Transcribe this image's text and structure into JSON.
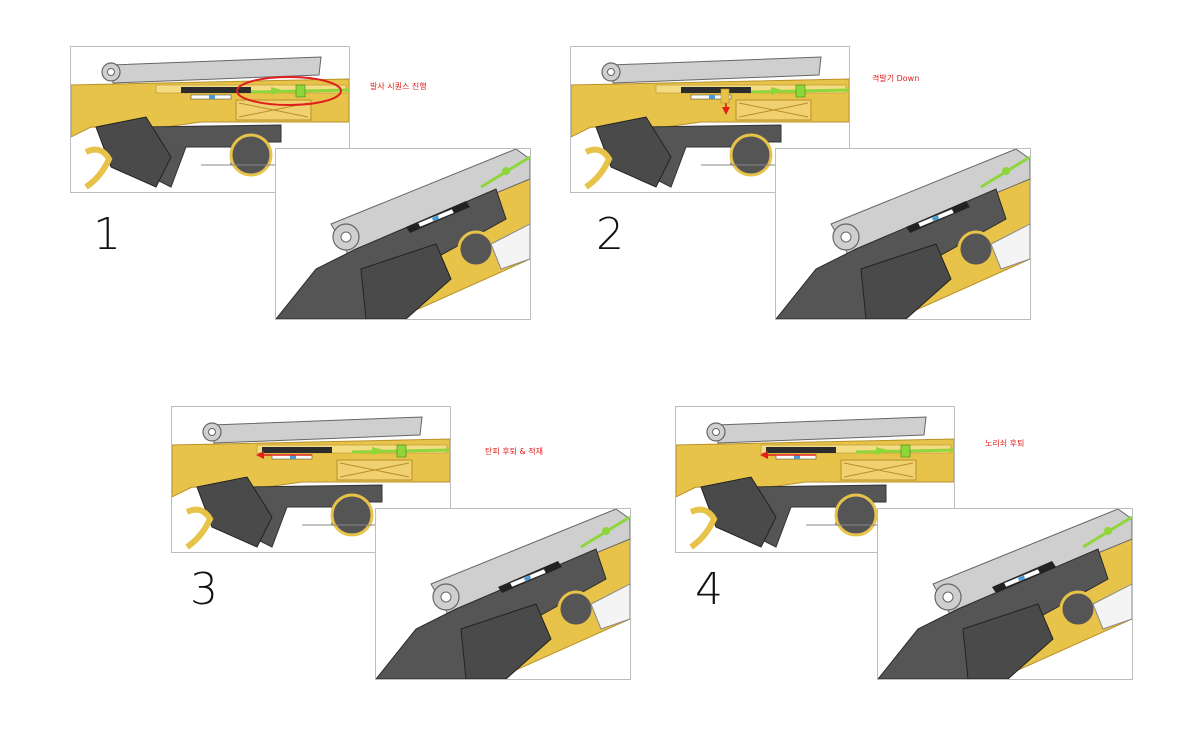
{
  "colors": {
    "gold": "#e8c34a",
    "gold_dark": "#b8902a",
    "gray_dark": "#555555",
    "gray_mid": "#8a8a8a",
    "gray_light": "#cfcfcf",
    "green": "#8fd63a",
    "red": "#e0201c",
    "blue": "#4a9ad8"
  },
  "steps": [
    {
      "number": "1",
      "caption": "발사 시퀀스 진행",
      "highlight": "circle"
    },
    {
      "number": "2",
      "caption": "격발기 Down",
      "highlight": "arrow-down"
    },
    {
      "number": "3",
      "caption": "탄피 후퇴 & 적재",
      "highlight": "arrow-back"
    },
    {
      "number": "4",
      "caption": "노리쇠 후퇴",
      "highlight": "arrow-back"
    }
  ]
}
